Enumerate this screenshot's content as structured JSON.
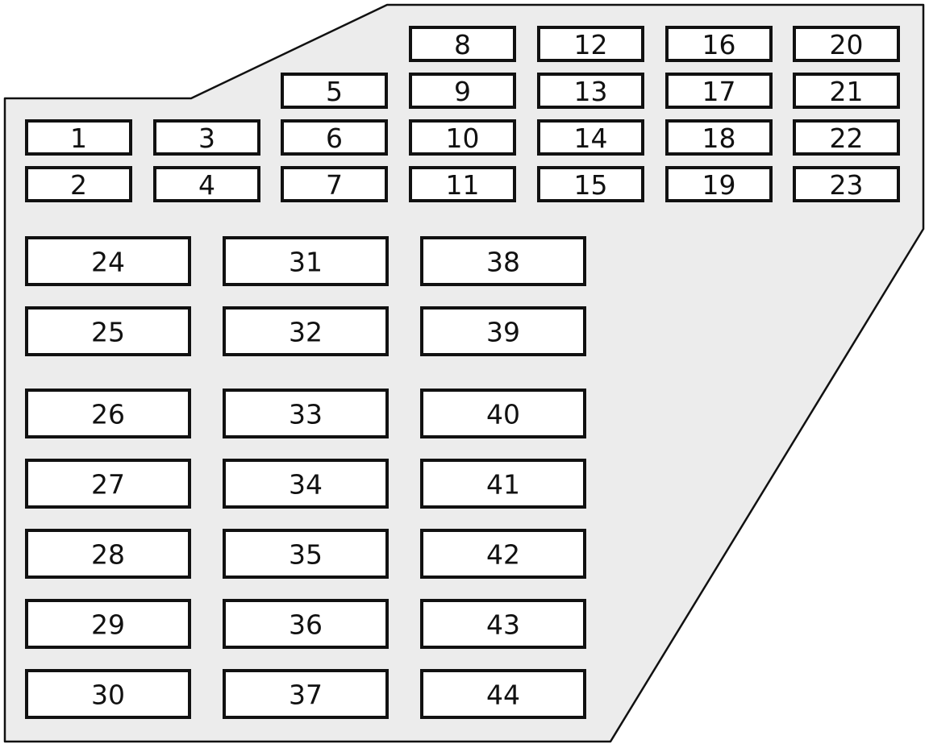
{
  "colors": {
    "panel_fill": "#ececec",
    "panel_outline": "#111111",
    "fuse_fill": "#ffffff",
    "fuse_outline": "#111111",
    "label_color": "#111111"
  },
  "fuses": {
    "small": [
      {
        "label": "1"
      },
      {
        "label": "2"
      },
      {
        "label": "3"
      },
      {
        "label": "4"
      },
      {
        "label": "5"
      },
      {
        "label": "6"
      },
      {
        "label": "7"
      },
      {
        "label": "8"
      },
      {
        "label": "9"
      },
      {
        "label": "10"
      },
      {
        "label": "11"
      },
      {
        "label": "12"
      },
      {
        "label": "13"
      },
      {
        "label": "14"
      },
      {
        "label": "15"
      },
      {
        "label": "16"
      },
      {
        "label": "17"
      },
      {
        "label": "18"
      },
      {
        "label": "19"
      },
      {
        "label": "20"
      },
      {
        "label": "21"
      },
      {
        "label": "22"
      },
      {
        "label": "23"
      }
    ],
    "large": [
      {
        "label": "24"
      },
      {
        "label": "25"
      },
      {
        "label": "26"
      },
      {
        "label": "27"
      },
      {
        "label": "28"
      },
      {
        "label": "29"
      },
      {
        "label": "30"
      },
      {
        "label": "31"
      },
      {
        "label": "32"
      },
      {
        "label": "33"
      },
      {
        "label": "34"
      },
      {
        "label": "35"
      },
      {
        "label": "36"
      },
      {
        "label": "37"
      },
      {
        "label": "38"
      },
      {
        "label": "39"
      },
      {
        "label": "40"
      },
      {
        "label": "41"
      },
      {
        "label": "42"
      },
      {
        "label": "43"
      },
      {
        "label": "44"
      }
    ]
  }
}
